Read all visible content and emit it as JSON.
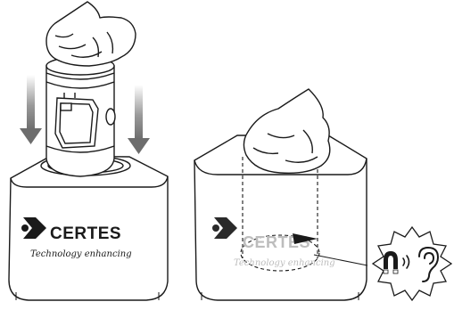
{
  "left_panel": {
    "brand_name": "CERTES",
    "tagline": "Technology enhancing"
  },
  "right_panel": {
    "brand_name": "CERTES",
    "tagline": "Technology enhancing"
  },
  "icons": {
    "magnet": "magnet-icon",
    "signal": "signal-waves-icon",
    "ear": "ear-icon"
  }
}
